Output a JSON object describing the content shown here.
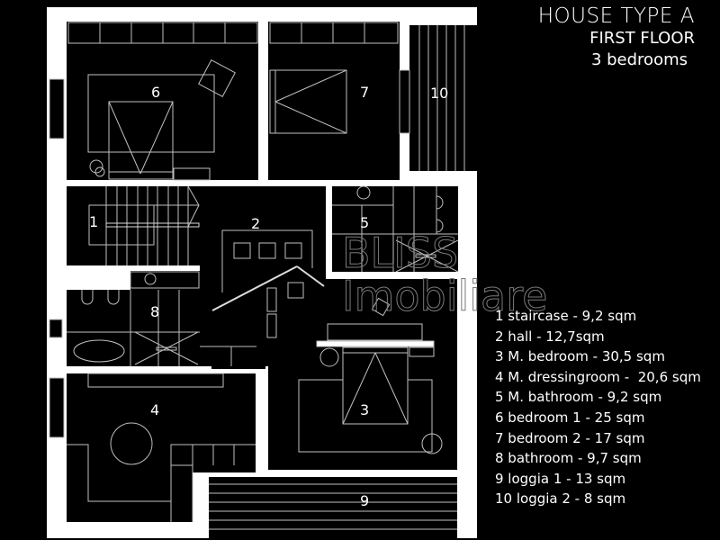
{
  "title": {
    "main": "HOUSE TYPE A",
    "floor": "FIRST FLOOR",
    "bedrooms": "3 bedrooms"
  },
  "watermark": {
    "line1": "BLISS",
    "line2": "Imobiliare"
  },
  "rooms": [
    {
      "number": "1",
      "name": "staircase",
      "area": "9,2 sqm",
      "label": "1 staircase - 9,2 sqm"
    },
    {
      "number": "2",
      "name": "hall",
      "area": "12,7sqm",
      "label": "2 hall - 12,7sqm"
    },
    {
      "number": "3",
      "name": "M. bedroom",
      "area": "30,5 sqm",
      "label": "3 M. bedroom - 30,5 sqm"
    },
    {
      "number": "4",
      "name": "M. dressingroom",
      "area": "20,6 sqm",
      "label": "4 M. dressingroom -  20,6 sqm"
    },
    {
      "number": "5",
      "name": "M. bathroom",
      "area": "9,2 sqm",
      "label": "5 M. bathroom - 9,2 sqm"
    },
    {
      "number": "6",
      "name": "bedroom 1",
      "area": "25 sqm",
      "label": "6 bedroom 1 - 25 sqm"
    },
    {
      "number": "7",
      "name": "bedroom 2",
      "area": "17 sqm",
      "label": "7 bedroom 2 - 17 sqm"
    },
    {
      "number": "8",
      "name": "bathroom",
      "area": "9,7 sqm",
      "label": "8 bathroom - 9,7 sqm"
    },
    {
      "number": "9",
      "name": "loggia 1",
      "area": "13 sqm",
      "label": "9 loggia 1 - 13 sqm"
    },
    {
      "number": "10",
      "name": "loggia 2",
      "area": "8 sqm",
      "label": "10 loggia 2 - 8 sqm"
    }
  ],
  "colors": {
    "background": "#000000",
    "walls": "#ffffff",
    "lines": "#bfbfbf",
    "watermark": "#7a7a7a"
  }
}
